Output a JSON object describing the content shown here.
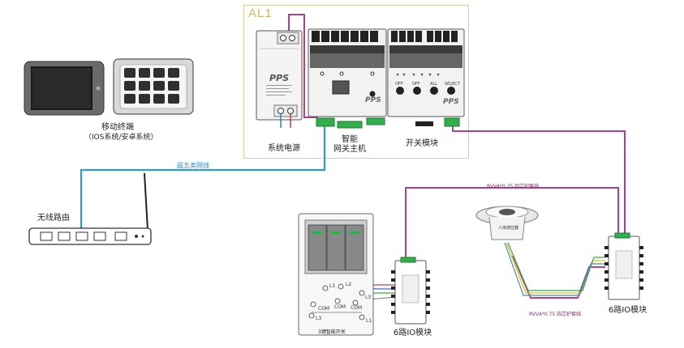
{
  "cabinet": {
    "label": "AL1"
  },
  "devices": {
    "power_supply": {
      "label": "系统电源",
      "brand": "PPS"
    },
    "gateway": {
      "label_line1": "智能",
      "label_line2": "网关主机",
      "brand": "PPS"
    },
    "switch_module": {
      "label": "开关模块",
      "brand": "PPS",
      "buttons": [
        "OFF",
        "OFF",
        "ALL",
        "SELECT"
      ]
    },
    "mobile": {
      "label_line1": "移动终端",
      "label_line2": "（IOS系统/安卓系统）"
    },
    "router": {
      "label": "无线路由"
    },
    "wall_switch": {
      "label": "3键智能开关",
      "terminals": [
        "L1",
        "L2",
        "L3",
        "COM",
        "COM",
        "COM",
        "L3",
        "L1"
      ]
    },
    "io_module_left": {
      "label": "6路IO模块"
    },
    "io_module_right": {
      "label": "6路IO模块"
    },
    "sensor": {
      "label": "人体感应器"
    }
  },
  "cables": {
    "cat5e": "超五类网线",
    "rvv_top": "RVV4*0.75 四芯护套线",
    "rvv_bottom": "RVV4*0.75 四芯护套线"
  },
  "colors": {
    "network_cable": "#2a9ad8",
    "bus_cable": "#b0408f",
    "cabinet_border": "#d6cf9c",
    "terminal_green": "#2fb04a"
  }
}
